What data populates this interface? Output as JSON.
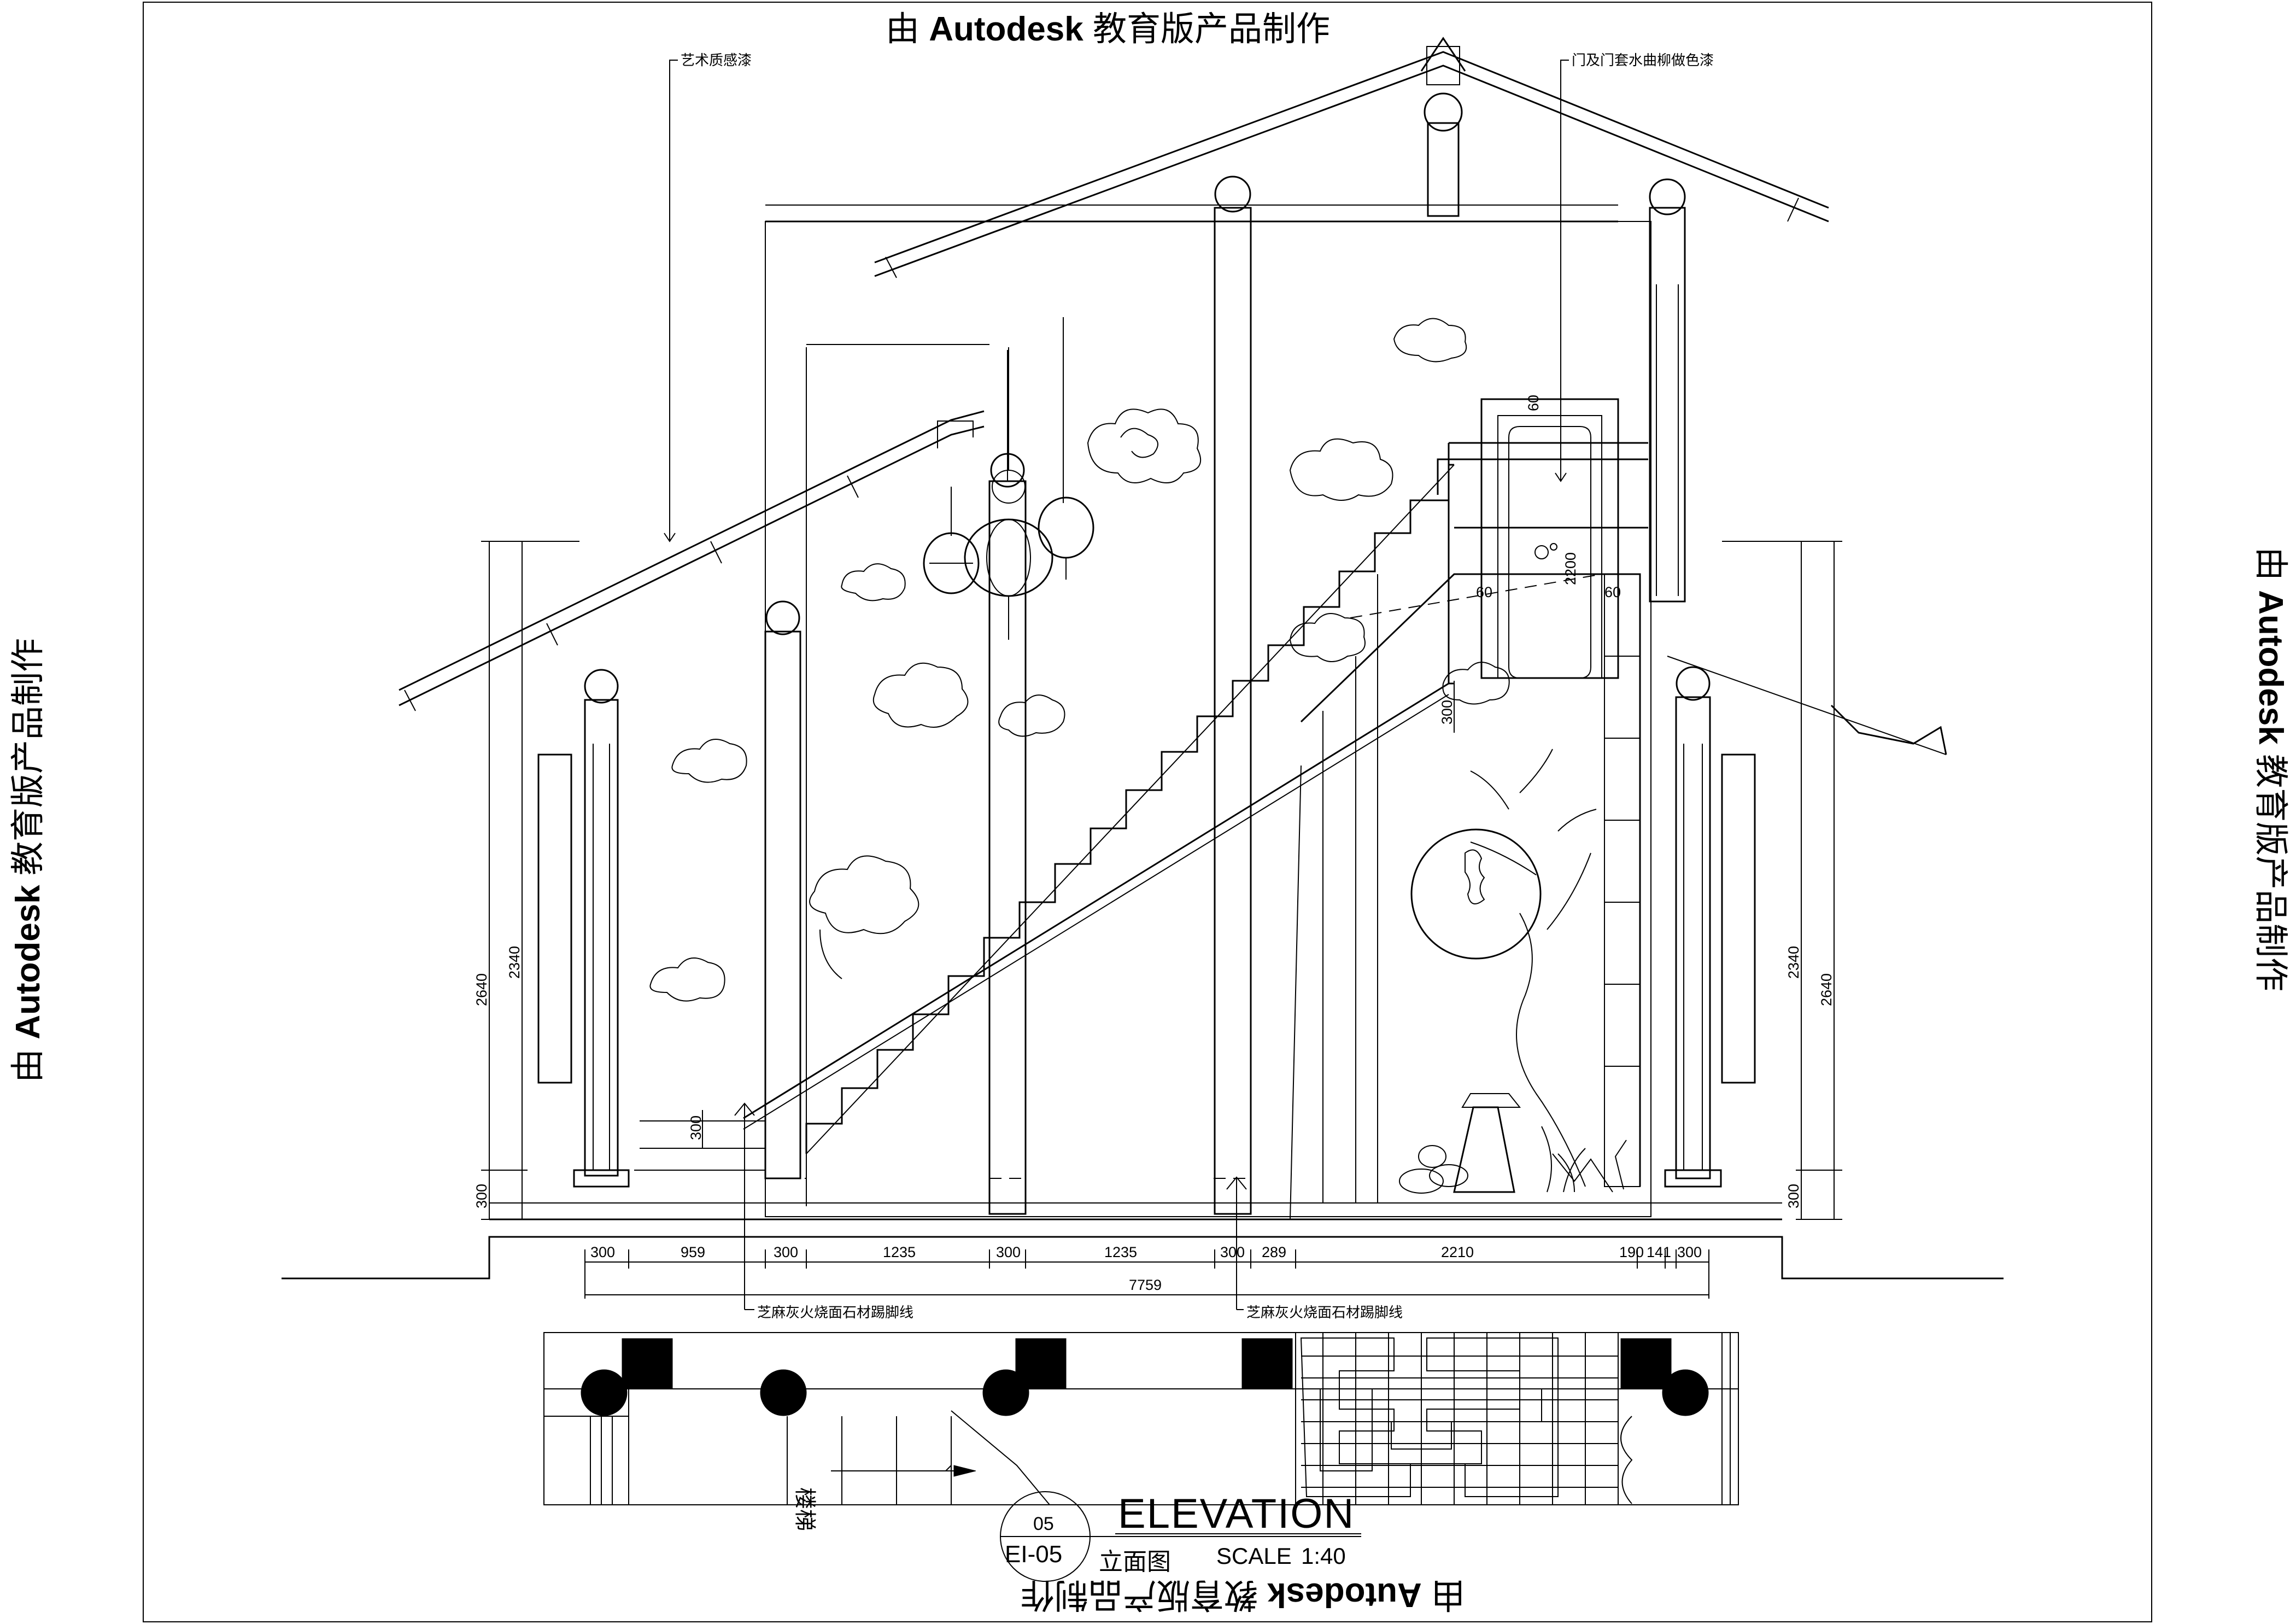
{
  "watermark": {
    "prefix": "由 ",
    "brand": "Autodesk",
    "suffix": " 教育版产品制作"
  },
  "annotations": {
    "art_paint": "艺术质感漆",
    "door_paint": "门及门套水曲柳做色漆",
    "skirting_left": "芝麻灰火烧面石材踢脚线",
    "skirting_right": "芝麻灰火烧面石材踢脚线",
    "stair_label": "楼梯"
  },
  "dimensions": {
    "bottom_segments": [
      "300",
      "959",
      "300",
      "1235",
      "300",
      "1235",
      "300",
      "289",
      "2210",
      "190",
      "141",
      "300"
    ],
    "bottom_total": "7759",
    "left_heights": [
      "2640",
      "2340",
      "300"
    ],
    "right_heights": [
      "2340",
      "2640",
      "300"
    ],
    "stair_riser": "300",
    "landing_riser": "300",
    "door_height": "2200",
    "door_top": "60",
    "door_left": "60",
    "door_right": "60"
  },
  "title_block": {
    "number": "05",
    "drawing_code": "EI-05",
    "title": "ELEVATION",
    "subtitle": "立面图",
    "scale_label": "SCALE",
    "scale_value": "1:40"
  }
}
